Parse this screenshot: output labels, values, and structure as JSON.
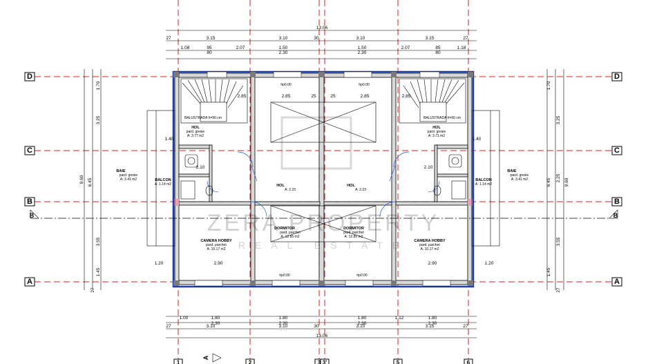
{
  "axes": {
    "rows": [
      "D",
      "C",
      "B",
      "A"
    ],
    "columns": [
      "1",
      "2",
      "3",
      "3'",
      "5",
      "6"
    ]
  },
  "section_marks": [
    "B",
    "A"
  ],
  "dimensions_top": {
    "overall": "13.06",
    "row1": [
      "27",
      "3.15",
      "3.10",
      "30",
      "3.10",
      "3.15",
      "27"
    ],
    "row2": [
      "1.08",
      "95",
      "2.07",
      "1.50",
      "1.50",
      "2.07",
      "85",
      "1.18"
    ],
    "row3": [
      "80",
      "2.30",
      "2.30",
      "80"
    ]
  },
  "dimensions_bottom": {
    "overall": "13.06",
    "row1": [
      "1.00",
      "1.80",
      "1.80",
      "1.12",
      "1.80",
      "1.80"
    ],
    "row2": [
      "2.30",
      "2.30",
      "2.30",
      "2.30"
    ],
    "row3": [
      "27",
      "3.10",
      "3.10",
      "30",
      "3.10",
      "3.15",
      "27"
    ]
  },
  "dimensions_left": {
    "overall": "9.60",
    "segments": [
      "1.70",
      "3.25",
      "6.45",
      "3.55",
      "1.45",
      "27"
    ]
  },
  "dimensions_right": {
    "overall": "9.60",
    "segments": [
      "1.70",
      "3.25",
      "6.45",
      "2.25",
      "3.55",
      "1.45",
      "27"
    ]
  },
  "rooms": [
    {
      "name": "HOL",
      "finish": "pard. gresie",
      "area": "A: 3.77 m2"
    },
    {
      "name": "HOL",
      "finish": "pard. gresie",
      "area": "A: 3.71 m2"
    },
    {
      "name": "BAIE",
      "finish": "pard. gresie",
      "area": "A: 3.41 m2"
    },
    {
      "name": "BAIE",
      "finish": "pard. gresie",
      "area": "A: 3.41 m2"
    },
    {
      "name": "BALCON",
      "finish": "",
      "area": "A: 1.14 m2"
    },
    {
      "name": "BALCON",
      "finish": "",
      "area": "A: 1.14 m2"
    },
    {
      "name": "HOL",
      "finish": "",
      "area": "A: 2.23"
    },
    {
      "name": "HOL",
      "finish": "",
      "area": "A: 2.23"
    },
    {
      "name": "DORMITOR",
      "finish": "pard. parchet",
      "area": "A: 12.85 m2"
    },
    {
      "name": "DORMITOR",
      "finish": "pard. parchet",
      "area": "A: 12.85 m2"
    },
    {
      "name": "CAMERA HOBBY",
      "finish": "pard. parchet",
      "area": "A: 10.17 m2"
    },
    {
      "name": "CAMERA HOBBY",
      "finish": "pard. parchet",
      "area": "A: 10.17 m2"
    }
  ],
  "notes": {
    "balustrade": "BALUSTRADA h=90 cm",
    "hp_values": [
      "hp0.00",
      "hp0.00",
      "hp0.00",
      "hp0.00"
    ],
    "inner_dims": [
      "2.85",
      "2.85",
      "2.85",
      "2.85",
      "2.10",
      "2.10",
      "1.40",
      "1.40",
      "2.90",
      "2.90",
      "1.20",
      "1.20",
      "25",
      "25"
    ]
  },
  "watermark": {
    "brand": "ZERA PROPERTY",
    "sub": "REAL ESTATE"
  }
}
